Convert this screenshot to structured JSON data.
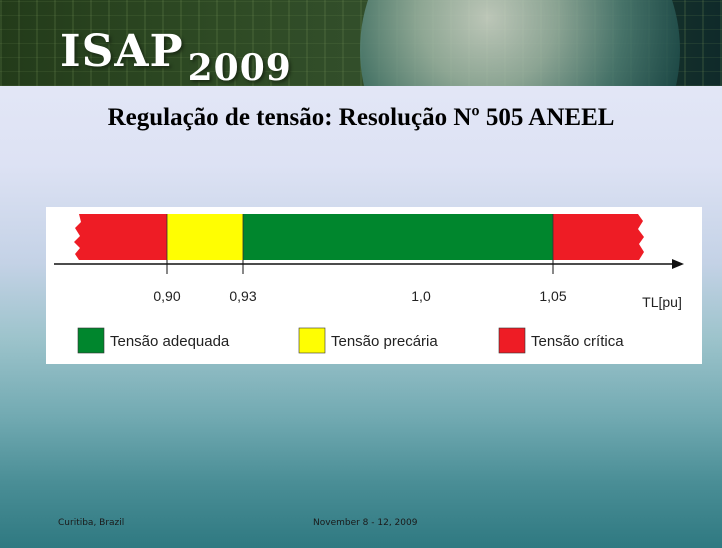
{
  "banner": {
    "brand": "ISAP",
    "year": "2009"
  },
  "title": "Regulação de tensão: Resolução Nº 505 ANEEL",
  "figure": {
    "ticks": [
      "0,90",
      "0,93",
      "1,0",
      "1,05"
    ],
    "axis_label": "TL[pu]",
    "colors": {
      "red": "#ee1c25",
      "yellow": "#fffe02",
      "green": "#00862d"
    },
    "legend": [
      "Tensão adequada",
      "Tensão precária",
      "Tensão crítica"
    ]
  },
  "footer": {
    "location": "Curitiba, Brazil",
    "date": "November 8 - 12, 2009"
  }
}
